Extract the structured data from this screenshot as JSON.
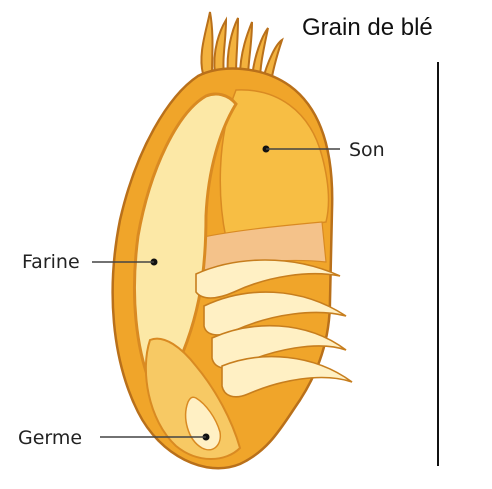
{
  "title": "Grain de blé",
  "labels": {
    "son": "Son",
    "farine": "Farine",
    "germe": "Germe"
  },
  "colors": {
    "bran_outer": "#F0A52A",
    "bran_inner": "#F7BE44",
    "bran_outline": "#B9701A",
    "endosperm": "#FCE8A6",
    "germ": "#F7C964",
    "band": "#F4C28A",
    "layers": "#FFF0C4"
  }
}
